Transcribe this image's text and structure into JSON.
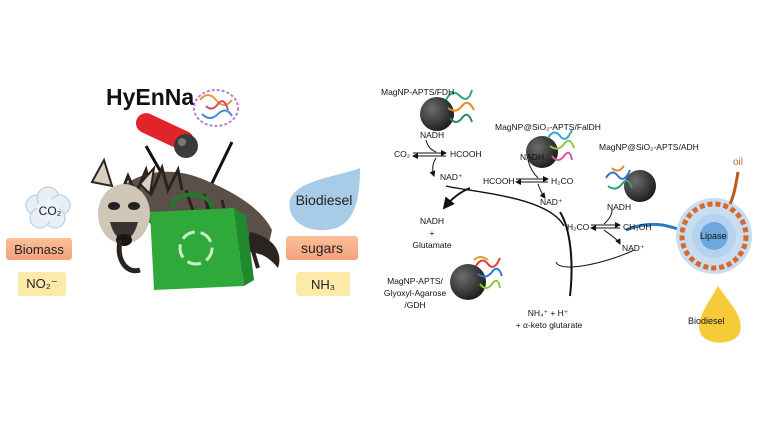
{
  "left_panel": {
    "title": "HyEnNa",
    "co2": "CO₂",
    "biomass": "Biomass",
    "no2": "NO₂⁻",
    "biodiesel": "Biodiesel",
    "sugars": "sugars",
    "nh3": "NH₃"
  },
  "right_panel": {
    "fdh_label": "MagNP-APTS/FDH",
    "faldh_label": "MagNP@SiO₂-APTS/FalDH",
    "adh_label": "MagNP@SiO₂-APTS/ADH",
    "gdh_label_1": "MagNP-APTS/",
    "gdh_label_2": "Glyoxyl-Agarose",
    "gdh_label_3": "/GDH",
    "nadh_1": "NADH",
    "co2": "CO₂",
    "hcooh_1": "HCOOH",
    "nad_1": "NAD⁺",
    "nadh_2": "NADH",
    "hcooh_2": "HCOOH",
    "h2co_1": "H₂CO",
    "nad_2": "NAD⁺",
    "nadh_3": "NADH",
    "h2co_2": "H₂CO",
    "ch3oh": "CH₃OH",
    "nad_3": "NAD⁺",
    "nadh_4": "NADH",
    "plus": "+",
    "glutamate": "Glutamate",
    "nh4_h": "NH₄⁺ + H⁺",
    "keto": "+ α-keto glutarate",
    "oil": "oil",
    "lipase": "Lipase",
    "biodiesel": "Biodiesel"
  },
  "colors": {
    "orange_box": "#f4a27a",
    "yellow_box": "#fde9a8",
    "bag_green": "#2faa3a",
    "drop_blue": "#a8cbe8",
    "oil_orange": "#d9692a",
    "nanoparticle": "#2b2b2b"
  }
}
